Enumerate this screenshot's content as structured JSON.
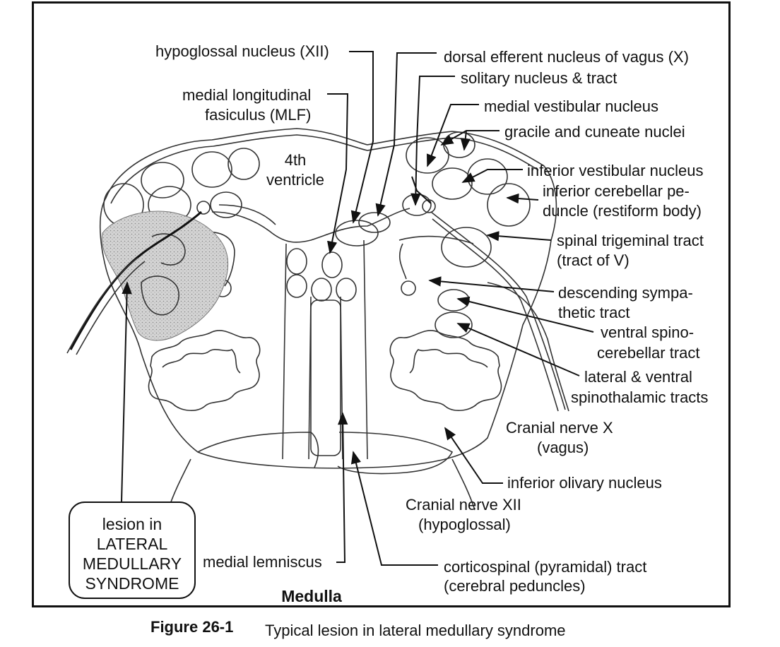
{
  "diagram": {
    "title": "Medulla",
    "caption_number": "Figure 26-1",
    "caption_text": "Typical lesion in lateral medullary syndrome",
    "fourth_ventricle": [
      "4th",
      "ventricle"
    ],
    "lesion_box": [
      "lesion in",
      "LATERAL",
      "MEDULLARY",
      "SYNDROME"
    ],
    "labels": {
      "hypoglossal_nucleus": "hypoglossal nucleus (XII)",
      "dorsal_efferent": "dorsal efferent nucleus of vagus (X)",
      "solitary": "solitary nucleus & tract",
      "mlf_1": "medial longitudinal",
      "mlf_2": "fasiculus (MLF)",
      "medial_vestibular": "medial vestibular nucleus",
      "gracile_cuneate": "gracile and cuneate nuclei",
      "inferior_vestibular": "inferior vestibular nucleus",
      "icp_1": "inferior cerebellar pe-",
      "icp_2": "duncle (restiform body)",
      "spinal_trig_1": "spinal trigeminal tract",
      "spinal_trig_2": "(tract of V)",
      "desc_symp_1": "descending sympa-",
      "desc_symp_2": "thetic tract",
      "ventral_spino_1": "ventral spino-",
      "ventral_spino_2": "cerebellar tract",
      "spinothal_1": "lateral & ventral",
      "spinothal_2": "spinothalamic tracts",
      "cn_x_1": "Cranial nerve X",
      "cn_x_2": "(vagus)",
      "inferior_olivary": "inferior olivary nucleus",
      "cn_xii_1": "Cranial nerve XII",
      "cn_xii_2": "(hypoglossal)",
      "medial_lemniscus": "medial lemniscus",
      "corticospinal_1": "corticospinal (pyramidal) tract",
      "corticospinal_2": "(cerebral peduncles)"
    },
    "colors": {
      "ink": "#111111",
      "lesion_shade": "#bdbdbd",
      "paper": "#ffffff"
    }
  }
}
